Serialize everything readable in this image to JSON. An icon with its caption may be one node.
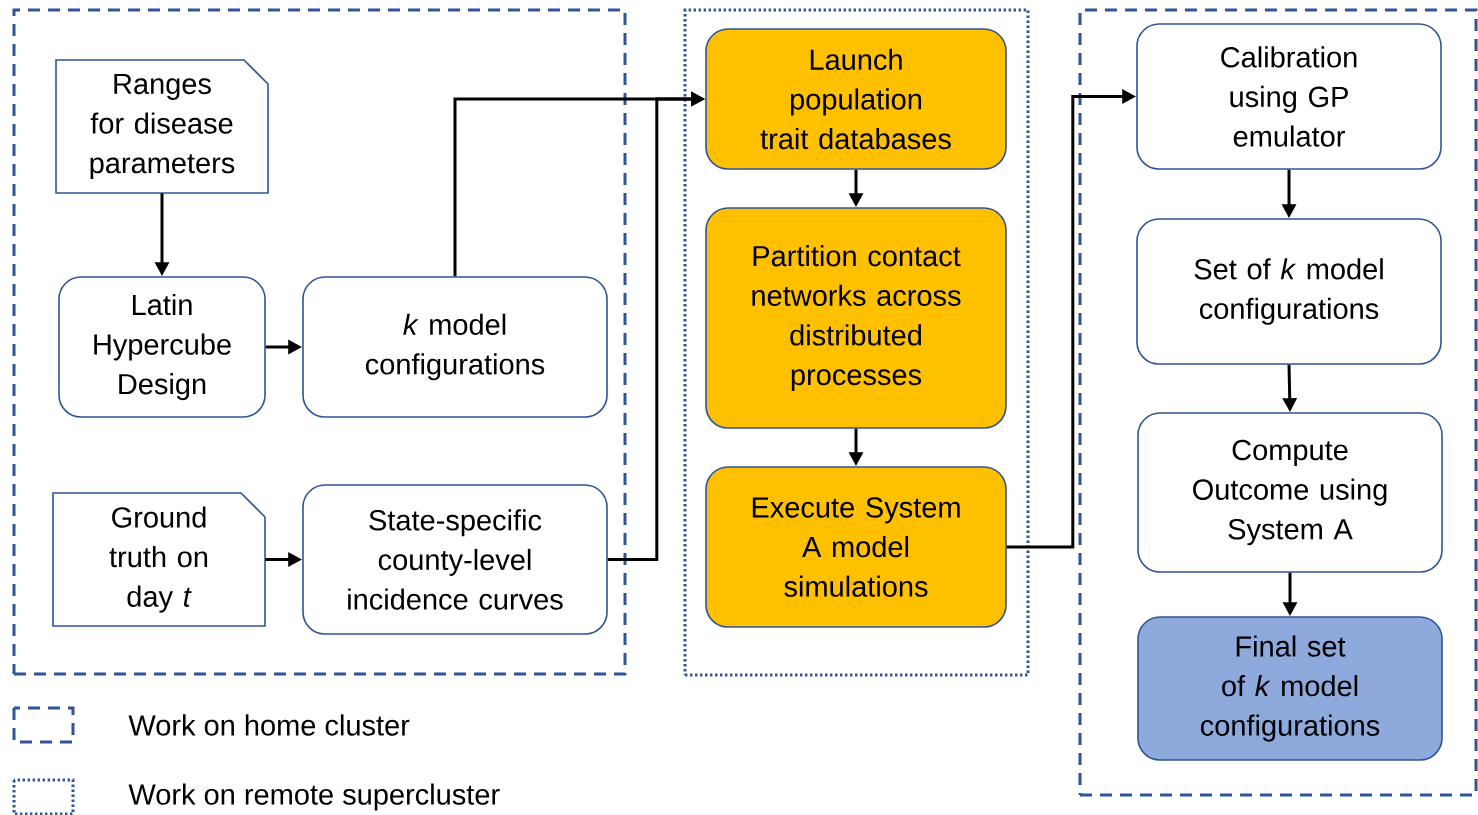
{
  "diagram": {
    "nodes": [
      {
        "text": [],
        "shape": "box"
      },
      {
        "text": [
          "Ranges for disease parameters"
        ],
        "in": 0
      },
      {
        "text": [
          "Latin Hypercube Design"
        ],
        "in": 0
      },
      {
        "text": [
          "*k* model configurations"
        ],
        "in": 0
      },
      {
        "text": [
          "Ground truth on day *t*"
        ],
        "in": 0
      },
      {
        "text": [
          "State-specific county-level incidence curves"
        ],
        "in": 0
      },
      {
        "text": [],
        "shape": "box"
      },
      {
        "text": [
          "Launch population trait databases"
        ],
        "in": 6
      },
      {
        "text": [
          "Partition contact networks across distributed processes"
        ],
        "in": 6
      },
      {
        "text": [
          "Execute System A model simulations"
        ],
        "in": 6
      },
      {
        "text": [],
        "shape": "box"
      },
      {
        "text": [
          "Calibration using GP emulator"
        ],
        "in": 10
      },
      {
        "text": [
          "Set of *k* model configurations"
        ],
        "in": 10
      },
      {
        "text": [
          "Compute Outcome using System A"
        ],
        "in": 10
      },
      {
        "text": [
          "Final set of *k* model configurations"
        ],
        "in": 10
      }
    ],
    "edges": [
      {
        "from": 1,
        "to": 2,
        "arrow": "to"
      },
      {
        "from": 2,
        "to": 3,
        "arrow": "to"
      },
      {
        "from": 3,
        "to": 7,
        "arrow": "to"
      },
      {
        "from": 4,
        "to": 5,
        "arrow": "to"
      },
      {
        "from": 5,
        "to": 7,
        "arrow": "to"
      },
      {
        "from": 7,
        "to": 8,
        "arrow": "to"
      },
      {
        "from": 8,
        "to": 9,
        "arrow": "to"
      },
      {
        "from": 9,
        "to": 11,
        "arrow": "to"
      },
      {
        "from": 11,
        "to": 12,
        "arrow": "to"
      },
      {
        "from": 12,
        "to": 13,
        "arrow": "to"
      },
      {
        "from": 13,
        "to": 14,
        "arrow": "to"
      }
    ],
    "legend": [
      {
        "text": "Work on home cluster"
      },
      {
        "text": "Work on remote supercluster"
      }
    ]
  }
}
